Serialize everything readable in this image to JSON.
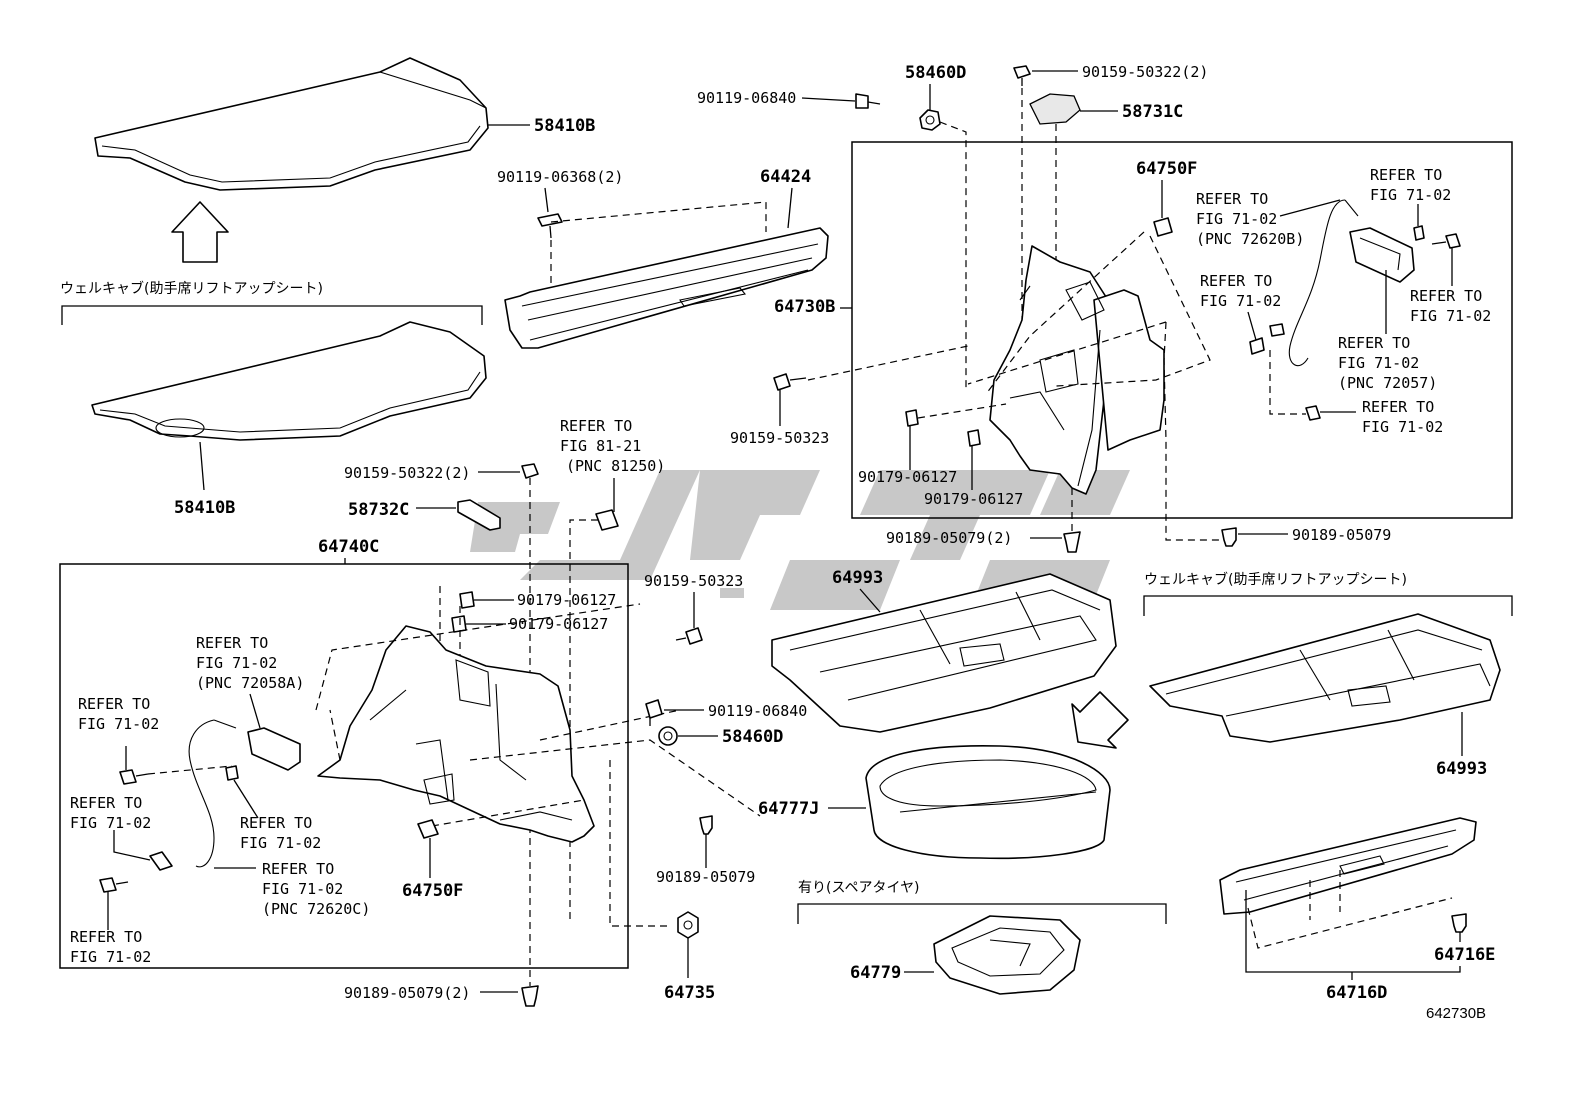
{
  "labels": {
    "p58410B_top": "58410B",
    "p58410B_bot": "58410B",
    "jp_variant_1": "ウェルキャブ(助手席リフトアップシート)",
    "jp_variant_2": "ウェルキャブ(助手席リフトアップシート)",
    "jp_spare": "有り(スペアタイヤ)",
    "p90119_06368": "90119-06368(2)",
    "p64424": "64424",
    "p90119_06840_top": "90119-06840",
    "p58460D_top": "58460D",
    "p90159_50322_top": "90159-50322(2)",
    "p58731C": "58731C",
    "p64750F_top": "64750F",
    "p64730B": "64730B",
    "p90159_50323_top": "90159-50323",
    "p90179_06127_a": "90179-06127",
    "p90179_06127_b": "90179-06127",
    "p90189_05079_2_top": "90189-05079(2)",
    "p90189_05079_right": "90189-05079",
    "p90159_50322_mid": "90159-50322(2)",
    "p58732C": "58732C",
    "p64740C": "64740C",
    "p90179_06127_c": "90179-06127",
    "p90179_06127_d": "90179-06127",
    "p90159_50323_mid": "90159-50323",
    "p90119_06840_mid": "90119-06840",
    "p58460D_mid": "58460D",
    "p64750F_bot": "64750F",
    "p90189_05079_mid": "90189-05079",
    "p90189_05079_2_bot": "90189-05079(2)",
    "p64735": "64735",
    "p64993_a": "64993",
    "p64993_b": "64993",
    "p64777J": "64777J",
    "p64779": "64779",
    "p64716E": "64716E",
    "p64716D": "64716D",
    "diagram_code": "642730B"
  },
  "refs": {
    "r1": [
      "REFER TO",
      "FIG 81-21",
      "(PNC 81250)"
    ],
    "r2": [
      "REFER TO",
      "FIG 71-02",
      "(PNC 72620B)"
    ],
    "r3": [
      "REFER TO",
      "FIG 71-02"
    ],
    "r4": [
      "REFER TO",
      "FIG 71-02"
    ],
    "r5": [
      "REFER TO",
      "FIG 71-02"
    ],
    "r6": [
      "REFER TO",
      "FIG 71-02",
      "(PNC 72057)"
    ],
    "r7": [
      "REFER TO",
      "FIG 71-02"
    ],
    "r8": [
      "REFER TO",
      "FIG 71-02",
      "(PNC 72058A)"
    ],
    "r9": [
      "REFER TO",
      "FIG 71-02"
    ],
    "r10": [
      "REFER TO",
      "FIG 71-02"
    ],
    "r11": [
      "REFER TO",
      "FIG 71-02"
    ],
    "r12": [
      "REFER TO",
      "FIG 71-02",
      "(PNC 72620C)"
    ],
    "r13": [
      "REFER TO",
      "FIG 71-02"
    ]
  }
}
